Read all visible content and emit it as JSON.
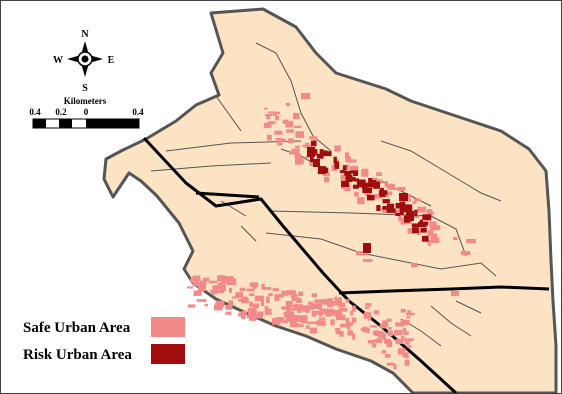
{
  "colors": {
    "background": "#ffffff",
    "region_fill": "#fbe3c4",
    "region_border": "#555555",
    "road": "#000000",
    "stream": "#555555",
    "safe_urban": "#f38a8a",
    "risk_urban": "#a10d0d"
  },
  "compass": {
    "north": "N",
    "south": "S",
    "east": "E",
    "west": "W"
  },
  "scale_bar": {
    "unit": "Kilometers",
    "ticks": [
      "0.4",
      "0.2",
      "0",
      "0.4"
    ]
  },
  "legend": {
    "items": [
      {
        "label": "Safe Urban Area",
        "color_key": "safe_urban"
      },
      {
        "label": "Risk Urban Area",
        "color_key": "risk_urban"
      }
    ]
  }
}
